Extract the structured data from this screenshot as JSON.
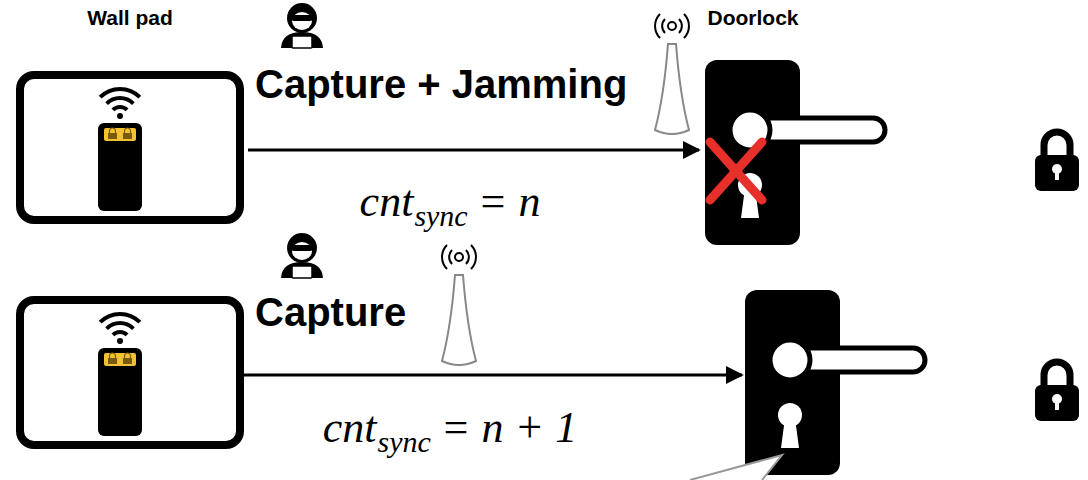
{
  "diagram": {
    "nodes": [
      {
        "text": [
          "Wall pad"
        ]
      },
      {
        "text": [
          "Doorlock"
        ]
      }
    ],
    "edges": [
      {
        "from": 0,
        "to": 1,
        "arrow": "to"
      }
    ],
    "labels": [
      "Capture + Jamming",
      "cnt",
      "sync",
      "= n",
      "Capture",
      "cnt",
      "sync",
      "= n + 1"
    ]
  }
}
